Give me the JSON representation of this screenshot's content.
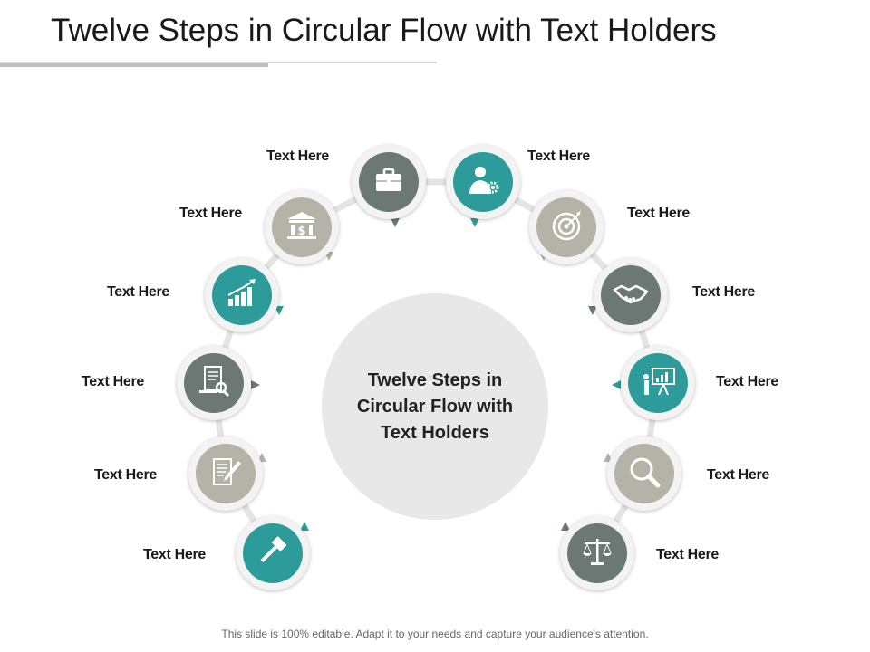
{
  "title": "Twelve Steps in Circular Flow with Text Holders",
  "center_text": "Twelve Steps in\nCircular Flow with\nText Holders",
  "footer": "This slide is 100% editable. Adapt it to your needs and capture your audience's attention.",
  "colors": {
    "teal": "#2e9b9b",
    "gray": "#b5b3a8",
    "dark": "#6b7873",
    "center": "#e8e8e8"
  },
  "steps": [
    {
      "label": "Text Here",
      "icon": "briefcase-icon",
      "color": "dark"
    },
    {
      "label": "Text Here",
      "icon": "bank-icon",
      "color": "gray"
    },
    {
      "label": "Text Here",
      "icon": "growth-chart-icon",
      "color": "teal"
    },
    {
      "label": "Text Here",
      "icon": "document-search-icon",
      "color": "dark"
    },
    {
      "label": "Text Here",
      "icon": "document-pen-icon",
      "color": "gray"
    },
    {
      "label": "Text Here",
      "icon": "gavel-icon",
      "color": "teal"
    },
    {
      "label": "Text Here",
      "icon": "businessman-gear-icon",
      "color": "teal"
    },
    {
      "label": "Text Here",
      "icon": "target-icon",
      "color": "gray"
    },
    {
      "label": "Text Here",
      "icon": "handshake-icon",
      "color": "dark"
    },
    {
      "label": "Text Here",
      "icon": "presentation-icon",
      "color": "teal"
    },
    {
      "label": "Text Here",
      "icon": "magnifier-icon",
      "color": "gray"
    },
    {
      "label": "Text Here",
      "icon": "scales-icon",
      "color": "dark"
    }
  ]
}
